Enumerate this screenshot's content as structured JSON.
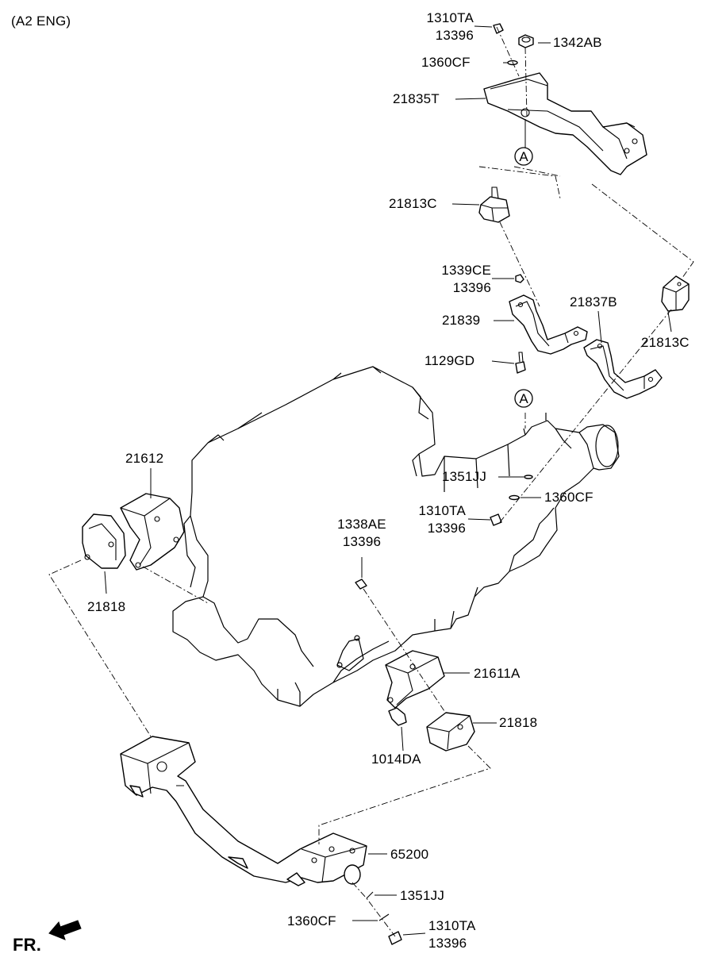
{
  "header": {
    "engine_variant": "(A2 ENG)"
  },
  "footer": {
    "direction_label": "FR."
  },
  "reference_marker": "A",
  "callouts": {
    "c1310TA_top": [
      "1310TA",
      "13396"
    ],
    "c1342AB": "1342AB",
    "c1360CF_top": "1360CF",
    "c21835T": "21835T",
    "c21813C_top": "21813C",
    "c1339CE": [
      "1339CE",
      "13396"
    ],
    "c21837B": "21837B",
    "c21839": "21839",
    "c21813C_right": "21813C",
    "c1129GD": "1129GD",
    "c21612": "21612",
    "c1351JJ_mid": "1351JJ",
    "c1310TA_mid": [
      "1310TA",
      "13396"
    ],
    "c1360CF_mid": "1360CF",
    "c1338AE": [
      "1338AE",
      "13396"
    ],
    "c21818_left": "21818",
    "c21611A": "21611A",
    "c21818_right": "21818",
    "c1014DA": "1014DA",
    "c65200": "65200",
    "c1351JJ_bot": "1351JJ",
    "c1360CF_bot": "1360CF",
    "c1310TA_bot": [
      "1310TA",
      "13396"
    ]
  },
  "colors": {
    "line": "#000000",
    "background": "#ffffff"
  }
}
